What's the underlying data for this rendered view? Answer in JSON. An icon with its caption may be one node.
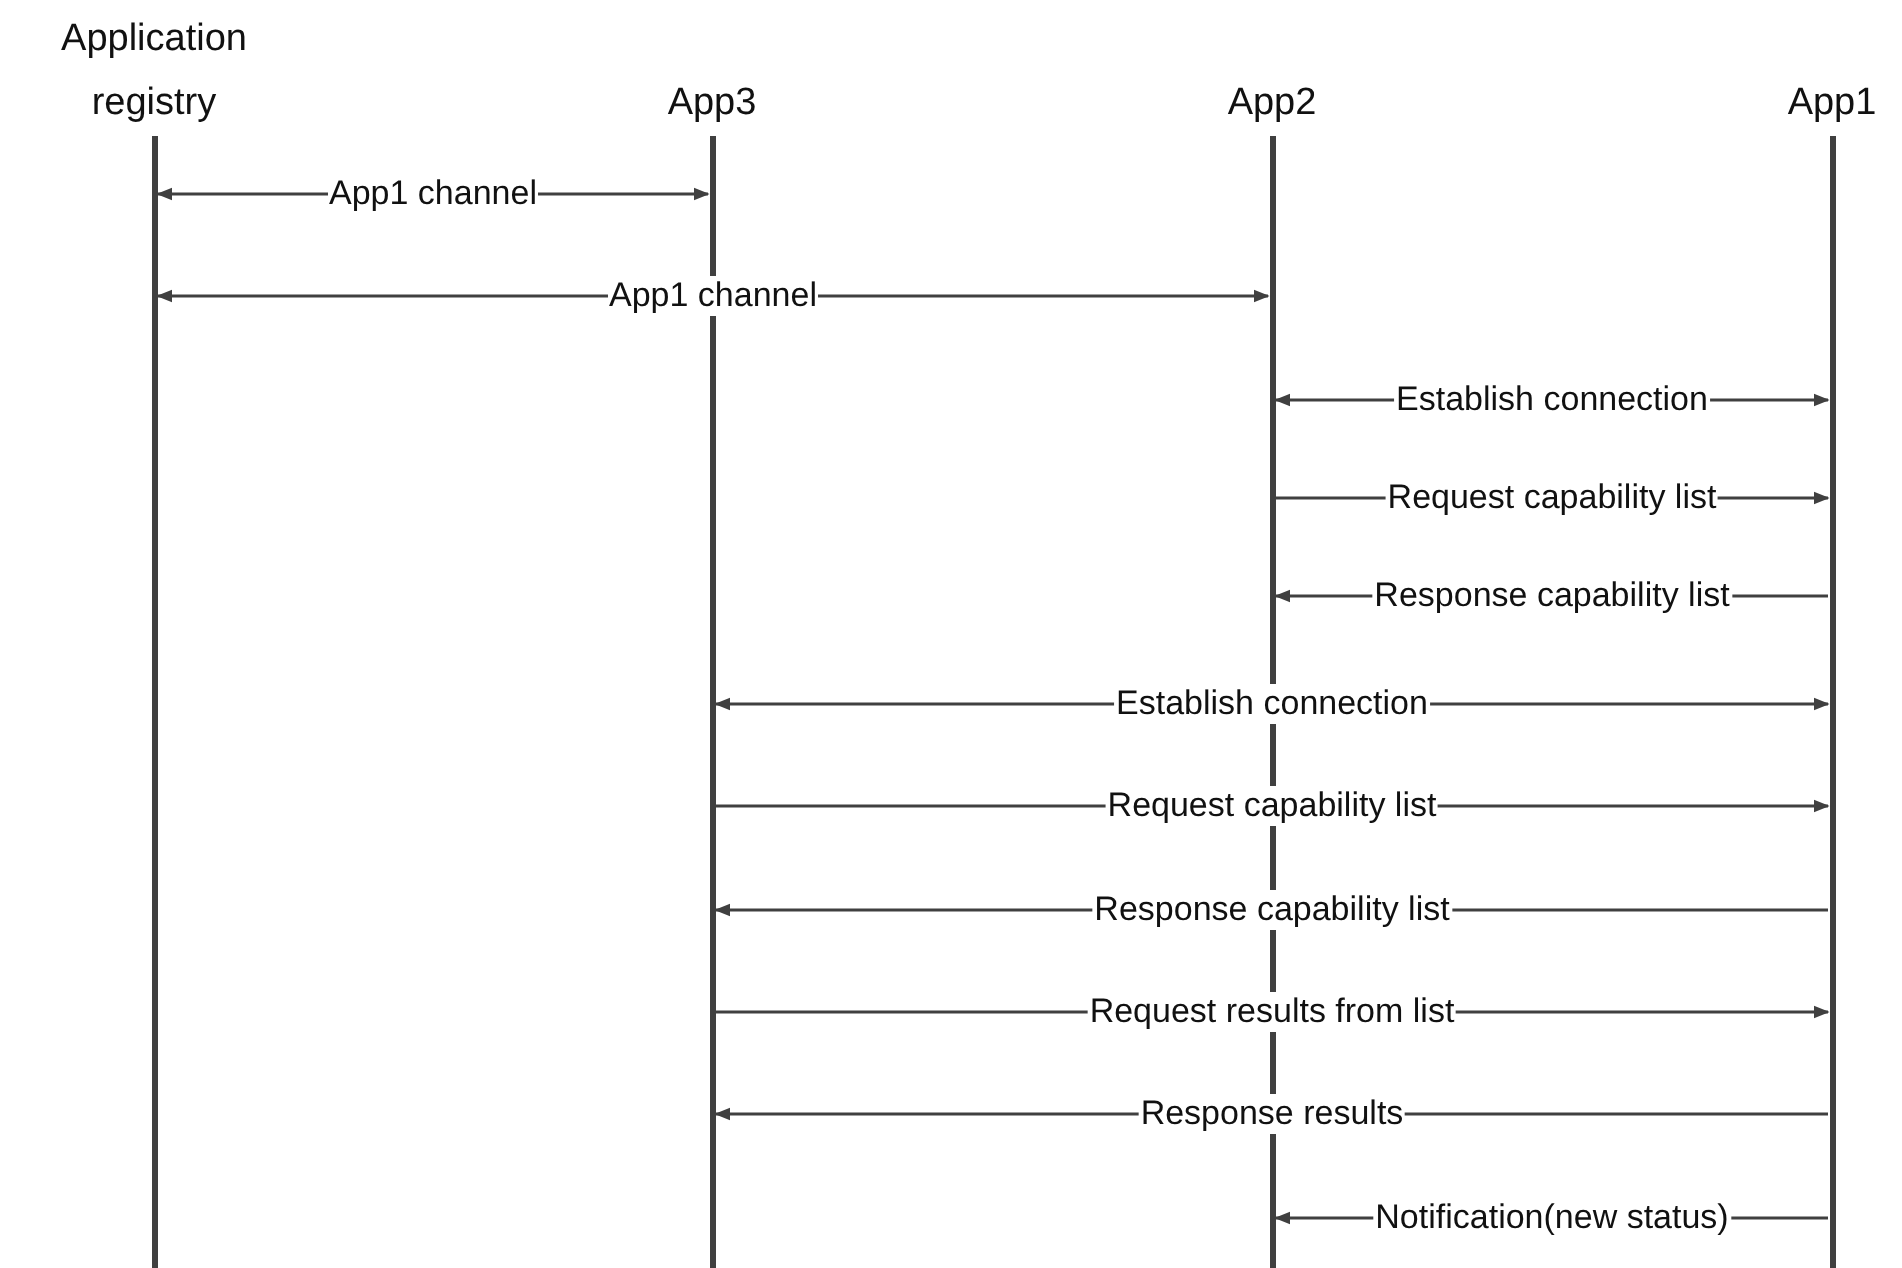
{
  "diagram": {
    "nodes": [
      {
        "text": [
          "Application registry"
        ]
      },
      {
        "text": [
          "App3"
        ]
      },
      {
        "text": [
          "App2"
        ]
      },
      {
        "text": [
          "App1"
        ]
      }
    ],
    "edges": [
      {
        "from": 0,
        "to": 1,
        "arrow": "both",
        "label": "App1 channel"
      },
      {
        "from": 0,
        "to": 2,
        "arrow": "both",
        "label": "App1 channel"
      },
      {
        "from": 2,
        "to": 3,
        "arrow": "both",
        "label": "Establish connection"
      },
      {
        "from": 2,
        "to": 3,
        "arrow": "to",
        "label": "Request capability list"
      },
      {
        "from": 3,
        "to": 2,
        "arrow": "to",
        "label": "Response capability list"
      },
      {
        "from": 1,
        "to": 3,
        "arrow": "both",
        "label": "Establish connection"
      },
      {
        "from": 1,
        "to": 3,
        "arrow": "to",
        "label": "Request capability list"
      },
      {
        "from": 3,
        "to": 1,
        "arrow": "to",
        "label": "Response capability list"
      },
      {
        "from": 1,
        "to": 3,
        "arrow": "to",
        "label": "Request results from list"
      },
      {
        "from": 3,
        "to": 1,
        "arrow": "to",
        "label": "Response results"
      },
      {
        "from": 3,
        "to": 2,
        "arrow": "to",
        "label": "Notification(new status)"
      }
    ]
  }
}
